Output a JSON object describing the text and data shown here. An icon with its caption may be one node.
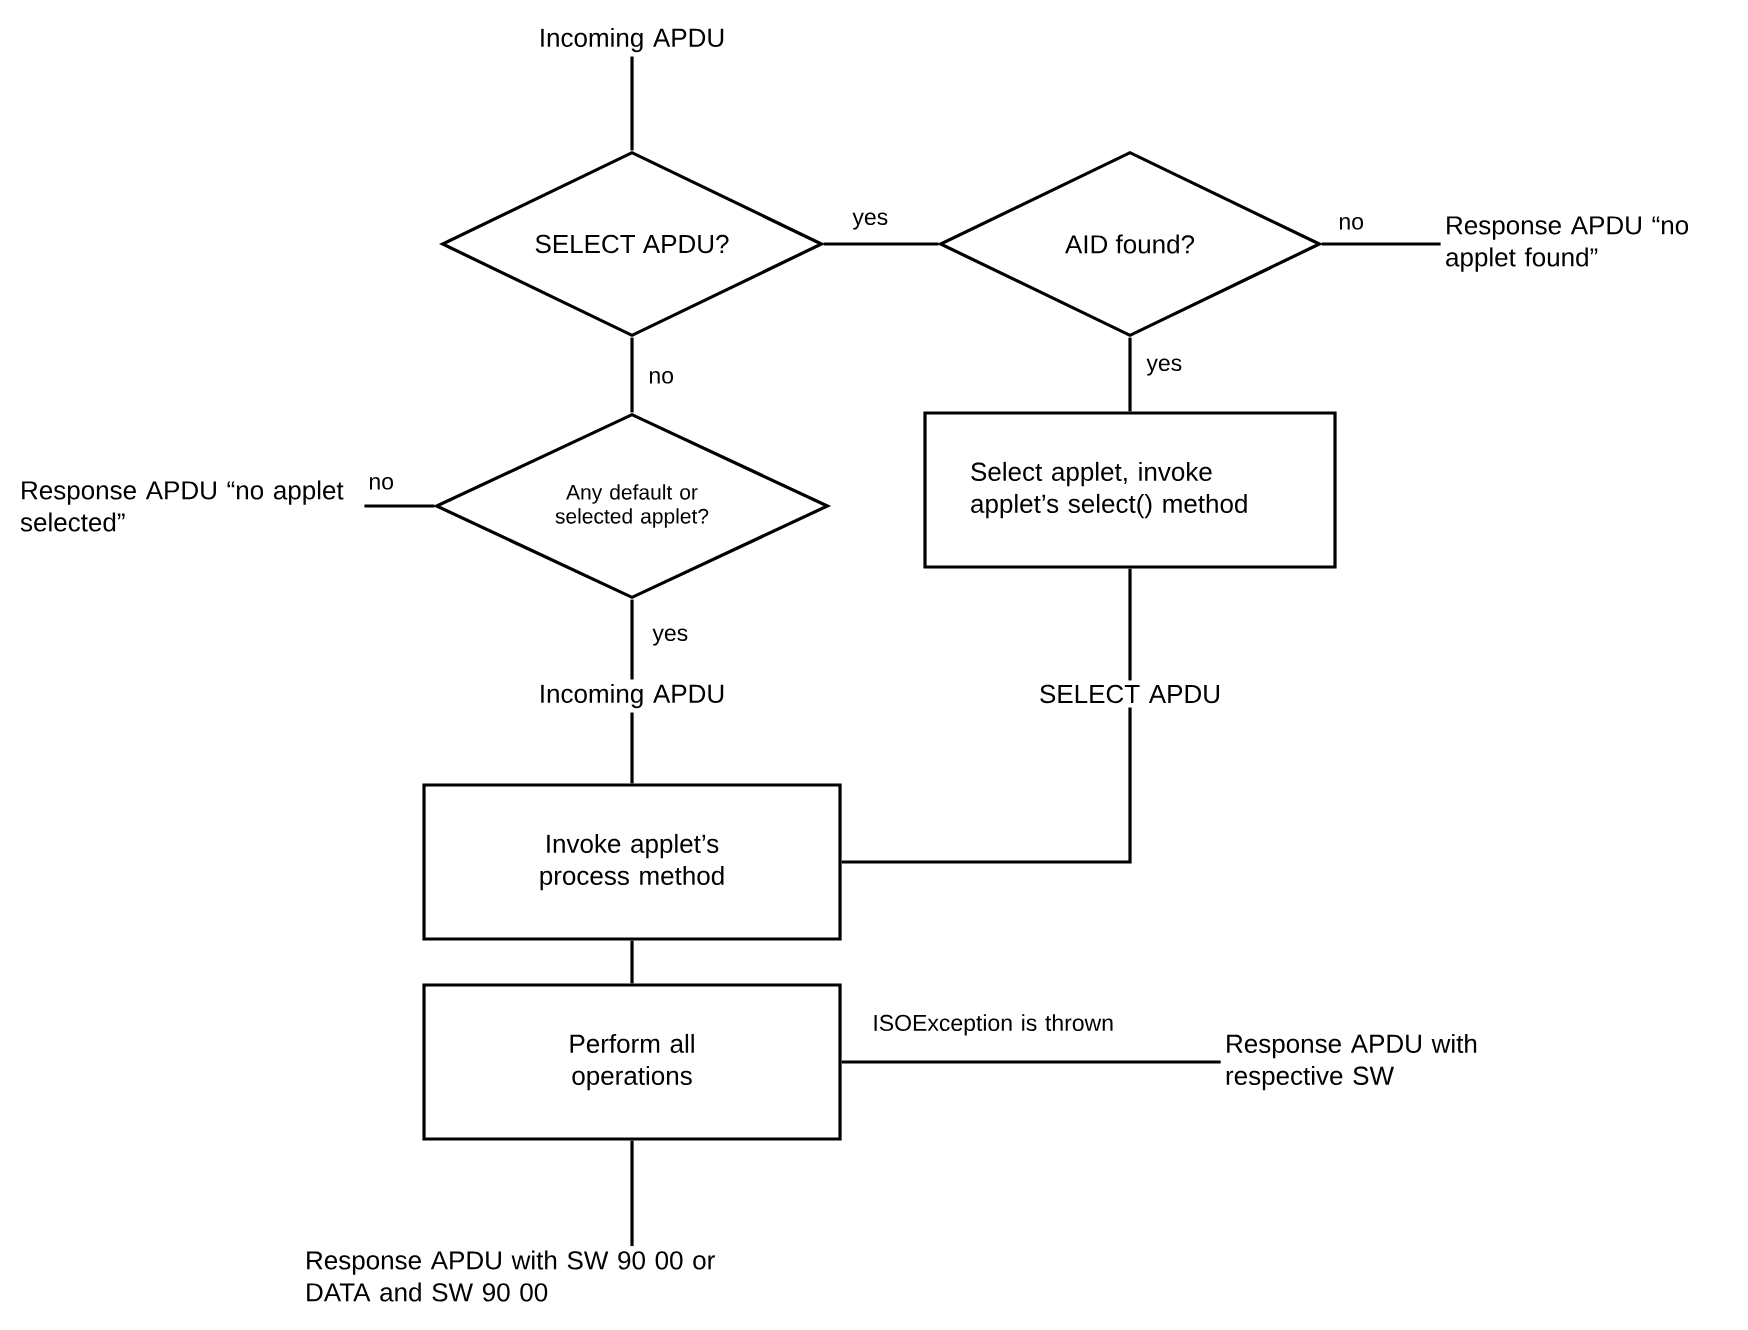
{
  "diagram": {
    "nodes": [
      {
        "text": [
          "Incoming APDU"
        ]
      },
      {
        "text": [
          "SELECT APDU?"
        ]
      },
      {
        "text": [
          "AID found?"
        ]
      },
      {
        "text": [
          "Response APDU “no applet found”"
        ]
      },
      {
        "text": [
          "Any default or selected applet?"
        ]
      },
      {
        "text": [
          "Response APDU “no applet selected”"
        ]
      },
      {
        "text": [
          "Select applet, invoke applet’s select() method"
        ]
      },
      {
        "text": [
          "Incoming APDU"
        ]
      },
      {
        "text": [
          "SELECT APDU"
        ]
      },
      {
        "text": [
          "Invoke applet’s process method"
        ]
      },
      {
        "text": [
          "Perform all operations"
        ]
      },
      {
        "text": [
          "Response APDU with respective SW"
        ]
      },
      {
        "text": [
          "Response APDU with SW 90 00 or DATA and SW 90 00"
        ]
      }
    ],
    "edges": [
      {
        "from": 0,
        "to": 1,
        "arrow": "none"
      },
      {
        "from": 1,
        "to": 2,
        "arrow": "none",
        "label": "yes"
      },
      {
        "from": 2,
        "to": 3,
        "arrow": "none",
        "label": "no"
      },
      {
        "from": 2,
        "to": 6,
        "arrow": "none",
        "label": "yes"
      },
      {
        "from": 1,
        "to": 4,
        "arrow": "none",
        "label": "no"
      },
      {
        "from": 4,
        "to": 5,
        "arrow": "none",
        "label": "no"
      },
      {
        "from": 4,
        "to": 7,
        "arrow": "none",
        "label": "yes"
      },
      {
        "from": 7,
        "to": 9,
        "arrow": "none"
      },
      {
        "from": 6,
        "to": 8,
        "arrow": "none"
      },
      {
        "from": 8,
        "to": 9,
        "arrow": "none"
      },
      {
        "from": 9,
        "to": 10,
        "arrow": "none"
      },
      {
        "from": 10,
        "to": 11,
        "arrow": "none",
        "label": "ISOException is thrown"
      },
      {
        "from": 10,
        "to": 12,
        "arrow": "none"
      }
    ]
  }
}
